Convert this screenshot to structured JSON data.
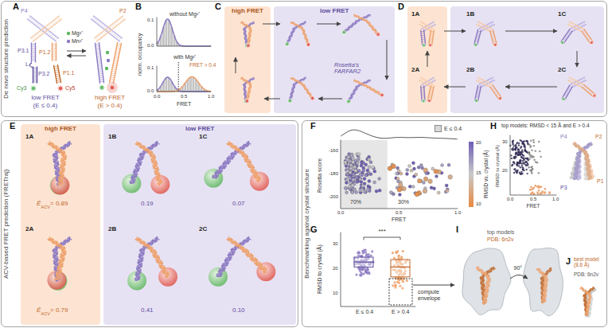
{
  "diagram": {
    "nodes": [
      {
        "text": [
          "De novo structure prediction"
        ]
      },
      {
        "text": [
          "high FRET"
        ],
        "in": 0
      },
      {
        "text": [
          "low FRET",
          "Rosetta's FARFAR2"
        ],
        "in": 0
      },
      {
        "text": [
          "1A"
        ],
        "in": 0
      },
      {
        "text": [
          "1B"
        ],
        "in": 0
      },
      {
        "text": [
          "1C"
        ],
        "in": 0
      },
      {
        "text": [
          "2A"
        ],
        "in": 0
      },
      {
        "text": [
          "2B"
        ],
        "in": 0
      },
      {
        "text": [
          "2C"
        ],
        "in": 0
      },
      {
        "text": [
          "ACV-based FRET prediction (FRETraj)"
        ]
      },
      {
        "text": [
          "high FRET"
        ],
        "in": 9
      },
      {
        "text": [
          "low FRET"
        ],
        "in": 9
      },
      {
        "text": [
          "Benchmarking against crystal structure"
        ]
      }
    ],
    "edges": [
      {
        "from": 3,
        "to": 4,
        "arrow": "to"
      },
      {
        "from": 4,
        "to": 5,
        "arrow": "to"
      },
      {
        "from": 5,
        "to": 8,
        "arrow": "to"
      },
      {
        "from": 8,
        "to": 7,
        "arrow": "to"
      },
      {
        "from": 7,
        "to": 6,
        "arrow": "to"
      },
      {
        "from": 6,
        "to": 3,
        "arrow": "to"
      }
    ],
    "labels": [
      "A",
      "P4",
      "P2",
      "P3.1",
      "P1.2",
      "L",
      "P3.2",
      "P1.1",
      "Cy3",
      "Cy5",
      "Mg²⁺",
      "Mn²⁺",
      "low FRET",
      "(E ≤ 0.4)",
      "high FRET",
      "(E > 0.4)",
      "B",
      "without Mg²⁺",
      "with Mg²⁺",
      "FRET > 0.4",
      "norm. occupancy",
      "0.1",
      "0.0",
      "0.1",
      "0.0",
      "0.0",
      "0.5",
      "1.0",
      "FRET",
      "C",
      "D",
      "E",
      "1A",
      "1B",
      "1C",
      "2A",
      "2B",
      "2C",
      "Ē",
      "ACV",
      "= 0.89",
      "0.19",
      "0.07",
      "Ē",
      "ACV",
      "= 0.79",
      "0.41",
      "0.10",
      "F",
      "Rosetta score",
      "-160",
      "-180",
      "-200",
      "70%",
      "30%",
      "0.0",
      "0.5",
      "1.0",
      "FRET",
      "20",
      "15",
      "10",
      "RMSD vs. crystal (Å)",
      "G",
      "RMSD to crystal (Å)",
      "30",
      "20",
      "10",
      "***",
      "E ≤ 0.4",
      "E > 0.4",
      "compute envelope",
      "H",
      "top models: RMSD < 15 Å and E > 0.4",
      "RMSD to crystal (Å)",
      "30",
      "20",
      "0.0",
      "0.5",
      "1.0",
      "FRET",
      "P4",
      "P2",
      "P3",
      "P1",
      "I",
      "top models",
      "PDB: 6n2v",
      "90°",
      "J",
      "best model (8.6 Å)",
      "PDB: 6n2v"
    ],
    "legend": [
      {
        "text": "E ≤ 0.4",
        "color": "#d9d9d9"
      }
    ]
  }
}
